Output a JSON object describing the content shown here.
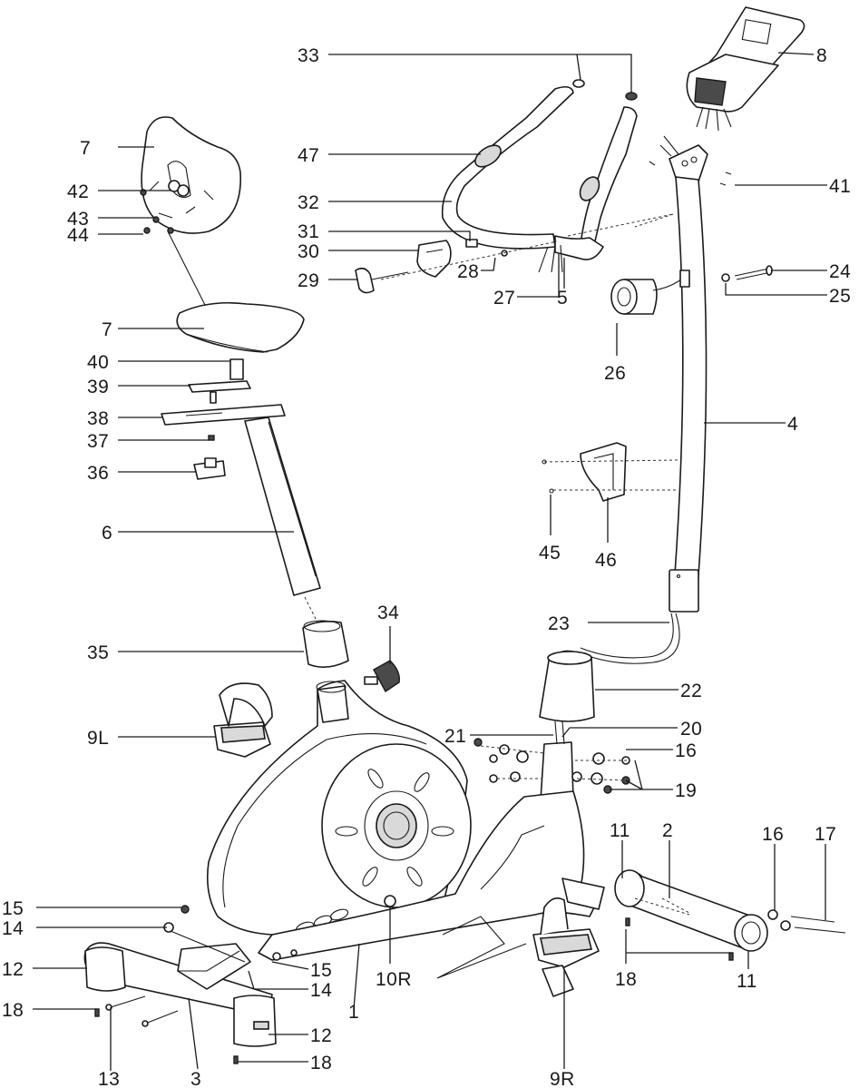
{
  "callouts": [
    {
      "id": "c33",
      "text": "33"
    },
    {
      "id": "c8",
      "text": "8"
    },
    {
      "id": "c7a",
      "text": "7"
    },
    {
      "id": "c47",
      "text": "47"
    },
    {
      "id": "c42",
      "text": "42"
    },
    {
      "id": "c41",
      "text": "41"
    },
    {
      "id": "c32",
      "text": "32"
    },
    {
      "id": "c43",
      "text": "43"
    },
    {
      "id": "c44",
      "text": "44"
    },
    {
      "id": "c31",
      "text": "31"
    },
    {
      "id": "c30",
      "text": "30"
    },
    {
      "id": "c24",
      "text": "24"
    },
    {
      "id": "c29",
      "text": "29"
    },
    {
      "id": "c28",
      "text": "28"
    },
    {
      "id": "c25",
      "text": "25"
    },
    {
      "id": "c27",
      "text": "27"
    },
    {
      "id": "c5",
      "text": "5"
    },
    {
      "id": "c7b",
      "text": "7"
    },
    {
      "id": "c40",
      "text": "40"
    },
    {
      "id": "c26",
      "text": "26"
    },
    {
      "id": "c39",
      "text": "39"
    },
    {
      "id": "c38",
      "text": "38"
    },
    {
      "id": "c4",
      "text": "4"
    },
    {
      "id": "c37",
      "text": "37"
    },
    {
      "id": "c36",
      "text": "36"
    },
    {
      "id": "c6",
      "text": "6"
    },
    {
      "id": "c45",
      "text": "45"
    },
    {
      "id": "c46",
      "text": "46"
    },
    {
      "id": "c34",
      "text": "34"
    },
    {
      "id": "c23",
      "text": "23"
    },
    {
      "id": "c35",
      "text": "35"
    },
    {
      "id": "c22",
      "text": "22"
    },
    {
      "id": "c9L",
      "text": "9L"
    },
    {
      "id": "c20",
      "text": "20"
    },
    {
      "id": "c21",
      "text": "21"
    },
    {
      "id": "c16a",
      "text": "16"
    },
    {
      "id": "c19",
      "text": "19"
    },
    {
      "id": "c11a",
      "text": "11"
    },
    {
      "id": "c2",
      "text": "2"
    },
    {
      "id": "c16b",
      "text": "16"
    },
    {
      "id": "c17",
      "text": "17"
    },
    {
      "id": "c15a",
      "text": "15"
    },
    {
      "id": "c14a",
      "text": "14"
    },
    {
      "id": "c12a",
      "text": "12"
    },
    {
      "id": "c15b",
      "text": "15"
    },
    {
      "id": "c10R",
      "text": "10R"
    },
    {
      "id": "c18a",
      "text": "18"
    },
    {
      "id": "c11b",
      "text": "11"
    },
    {
      "id": "c14b",
      "text": "14"
    },
    {
      "id": "c1",
      "text": "1"
    },
    {
      "id": "c18b",
      "text": "18"
    },
    {
      "id": "c12b",
      "text": "12"
    },
    {
      "id": "c18c",
      "text": "18"
    },
    {
      "id": "c13",
      "text": "13"
    },
    {
      "id": "c3",
      "text": "3"
    },
    {
      "id": "c9R",
      "text": "9R"
    }
  ]
}
